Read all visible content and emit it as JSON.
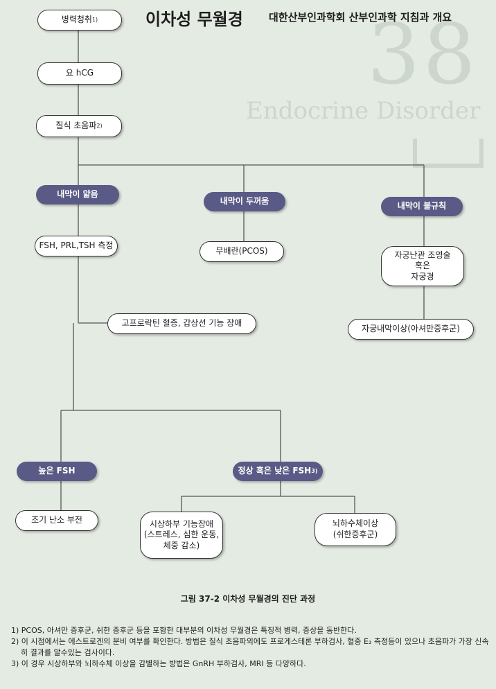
{
  "header": {
    "title": "이차성 무월경",
    "subtitle": "대한산부인과학회 산부인과학 지침과 개요"
  },
  "background": {
    "chapter_number": "38",
    "chapter_topic": "Endocrine Disorder"
  },
  "flowchart": {
    "history": {
      "label": "병력청취",
      "note": "1)"
    },
    "urine_hcg": {
      "label": "요 hCG"
    },
    "tvus": {
      "label": "질식 초음파",
      "note": "2)"
    },
    "thin_endometrium": {
      "label": "내막이 얇음"
    },
    "thick_endometrium": {
      "label": "내막이 두꺼움"
    },
    "irregular_endometrium": {
      "label": "내막이 불규칙"
    },
    "hormone_test": {
      "label": "FSH, PRL,TSH 측정"
    },
    "anovulation": {
      "label": "무배란(PCOS)"
    },
    "hsg_hysteroscopy": {
      "label": "자궁난관 조영술\n혹은\n자궁경"
    },
    "hyperprolactinemia": {
      "label": "고프로락틴 혈증, 갑상선 기능 장애"
    },
    "endometrial_abnormality": {
      "label": "자궁내막이상(아셔만증후군)"
    },
    "high_fsh": {
      "label": "높은 FSH"
    },
    "normal_low_fsh": {
      "label": "정상 혹은 낮은 FSH",
      "note": "3)"
    },
    "premature_ovarian_failure": {
      "label": "조기 난소 부전"
    },
    "hypothalamic_dysfunction": {
      "label": "시상하부 기능장애\n(스트레스, 심한 운동,\n체중 감소)"
    },
    "pituitary_abnormality": {
      "label": "뇌하수체이상\n(쉬한증후군)"
    }
  },
  "caption": "그림 37-2  이차성 무월경의 진단 과정",
  "footnotes": [
    "1) PCOS, 아셔만 증후군, 쉬한 증후군 등을 포함한 대부분의 이차성 무월경은 특징적 병력, 증상을 동반한다.",
    "2) 이 시점에서는 에스트로겐의 분비 여부를 확인한다. 방법은 질식 초음파외에도 프로게스테론 부하검사, 혈중 E₂ 측정등이 있으나 초음파가 가장 신속히 결과를 알수있는 검사이다.",
    "3) 이 경우 시상하부와 뇌하수체 이상을 감별하는 방법은 GnRH 부하검사, MRI 등 다양하다."
  ],
  "colors": {
    "category_fill": "#5a5a86",
    "node_fill": "#ffffff",
    "line": "#555555",
    "page_background": "#e4ebe2"
  }
}
